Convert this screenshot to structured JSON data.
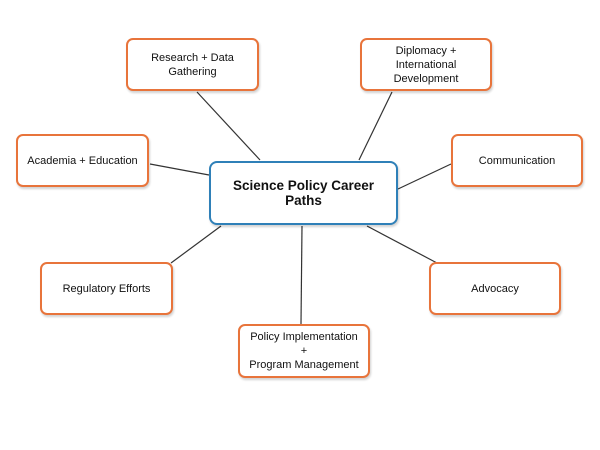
{
  "diagram": {
    "center": {
      "label": "Science Policy Career Paths"
    },
    "branches": {
      "research": "Research + Data\nGathering",
      "diplomacy": "Diplomacy +\nInternational\nDevelopment",
      "academia": "Academia + Education",
      "communication": "Communication",
      "regulatory": "Regulatory Efforts",
      "advocacy": "Advocacy",
      "policy": "Policy Implementation +\nProgram Management"
    }
  },
  "colors": {
    "branch_border": "#e8743b",
    "center_border": "#2f80b8",
    "connector": "#333333"
  }
}
